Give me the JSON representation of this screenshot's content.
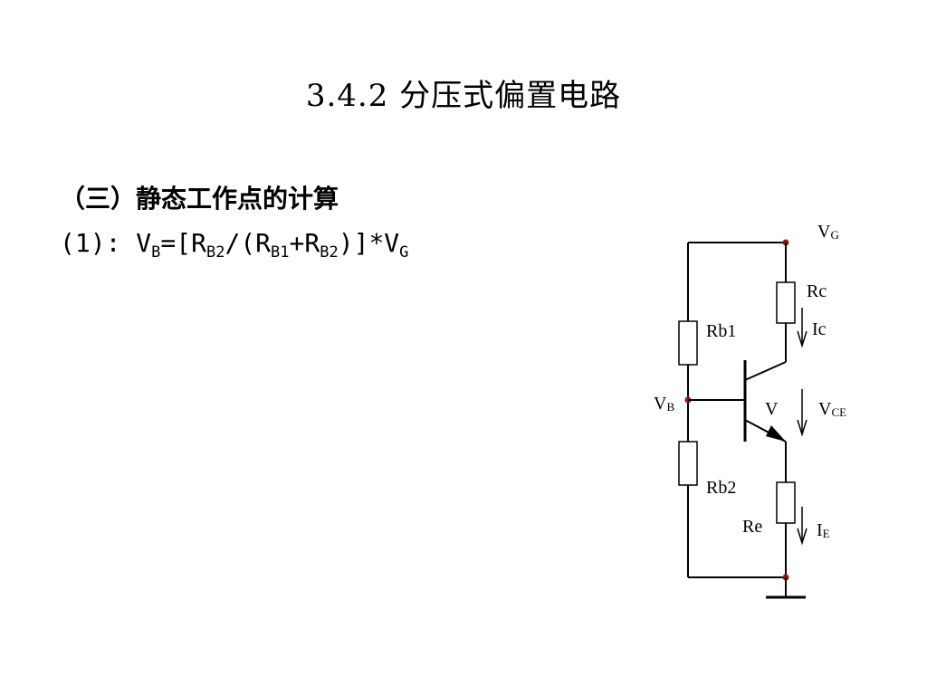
{
  "slide": {
    "title": "3.4.2 分压式偏置电路",
    "heading": "（三）静态工作点的计算",
    "formula": {
      "prefix": "(1): V",
      "sub_vb": "B",
      "eq_open": "=[R",
      "sub_rb2_a": "B2",
      "mid": "/(R",
      "sub_rb1": "B1",
      "plus": "+R",
      "sub_rb2_b": "B2",
      "close": ")]*V",
      "sub_vg": "G"
    }
  },
  "circuit": {
    "vg": {
      "main": "V",
      "sub": "G"
    },
    "rc": "Rc",
    "ic": "Ic",
    "rb1": "Rb1",
    "vb": {
      "main": "V",
      "sub": "B"
    },
    "v": "V",
    "vce": {
      "main": "V",
      "sub": "CE"
    },
    "rb2": "Rb2",
    "re": "Re",
    "ie": {
      "main": "I",
      "sub": "E"
    }
  }
}
